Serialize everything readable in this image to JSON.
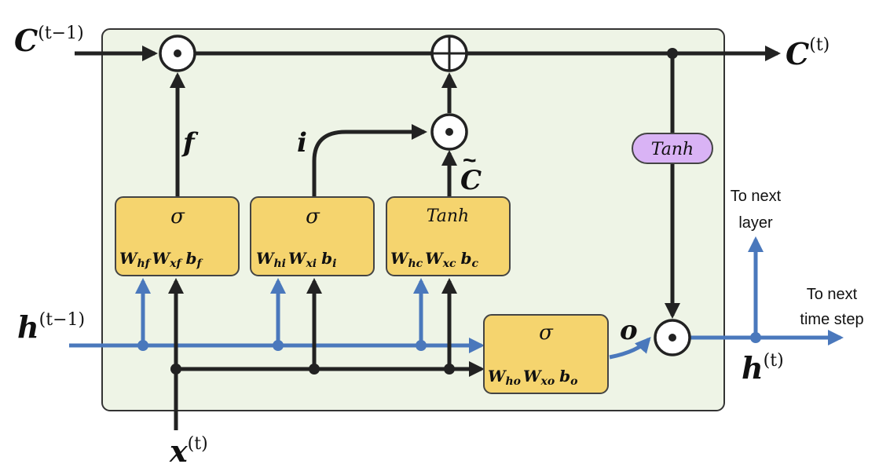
{
  "labels": {
    "c_prev": "C",
    "c_prev_sup": "(t−1)",
    "c_next": "C",
    "c_next_sup": "(t)",
    "h_prev": "h",
    "h_prev_sup": "(t−1)",
    "h_next": "h",
    "h_next_sup": "(t)",
    "x_in": "x",
    "x_in_sup": "(t)",
    "gate_f": "f",
    "gate_i": "i",
    "gate_o": "o",
    "c_tilde": "C",
    "c_tilde_accent": "~"
  },
  "gates": {
    "forget": {
      "act": "σ",
      "w_h": "W",
      "w_h_sub": "hf",
      "w_x": "W",
      "w_x_sub": "xf",
      "b": "b",
      "b_sub": "f"
    },
    "input": {
      "act": "σ",
      "w_h": "W",
      "w_h_sub": "hi",
      "w_x": "W",
      "w_x_sub": "xi",
      "b": "b",
      "b_sub": "i"
    },
    "candidate": {
      "act": "Tanh",
      "w_h": "W",
      "w_h_sub": "hc",
      "w_x": "W",
      "w_x_sub": "xc",
      "b": "b",
      "b_sub": "c"
    },
    "output": {
      "act": "σ",
      "w_h": "W",
      "w_h_sub": "ho",
      "w_x": "W",
      "w_x_sub": "xo",
      "b": "b",
      "b_sub": "o"
    }
  },
  "tanh_cell": "Tanh",
  "ops": {
    "mul": "⊙",
    "add": "⊕"
  },
  "notes": {
    "next_layer_1": "To next",
    "next_layer_2": "layer",
    "next_step_1": "To next",
    "next_step_2": "time step"
  },
  "colors": {
    "cell_bg": "#eef4e6",
    "gate_fill": "#f5d46e",
    "gate_border": "#444444",
    "tanh_fill": "#d9b3f5",
    "black_line": "#222222",
    "blue_line": "#4a78bc"
  }
}
